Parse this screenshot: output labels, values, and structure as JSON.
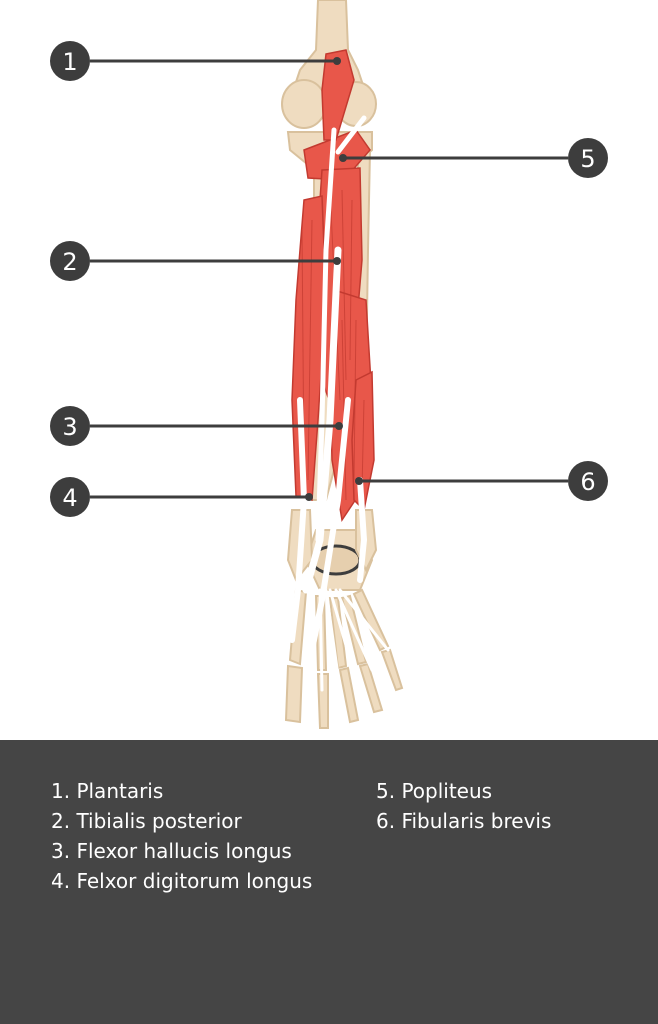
{
  "markers": [
    {
      "number": "1",
      "name": "Plantaris"
    },
    {
      "number": "2",
      "name": "Tibialis posterior"
    },
    {
      "number": "3",
      "name": "Flexor hallucis longus"
    },
    {
      "number": "4",
      "name": "Felxor digitorum longus"
    },
    {
      "number": "5",
      "name": "Popliteus"
    },
    {
      "number": "6",
      "name": "Fibularis brevis"
    }
  ],
  "legend": {
    "left_column": [
      "1. Plantaris",
      "2. Tibialis posterior",
      "3. Flexor hallucis longus",
      "4. Felxor digitorum longus"
    ],
    "right_column": [
      "5. Popliteus",
      "6. Fibularis brevis"
    ]
  },
  "colors": {
    "muscle": "#e8574a",
    "muscle_dark": "#c33a30",
    "bone": "#efdcc0",
    "bone_shadow": "#d9c19d",
    "tendon": "#ffffff",
    "marker_fill": "#3d3d3d",
    "leader_line": "#3d3d3d",
    "legend_background": "#454545",
    "legend_text": "#ffffff"
  }
}
